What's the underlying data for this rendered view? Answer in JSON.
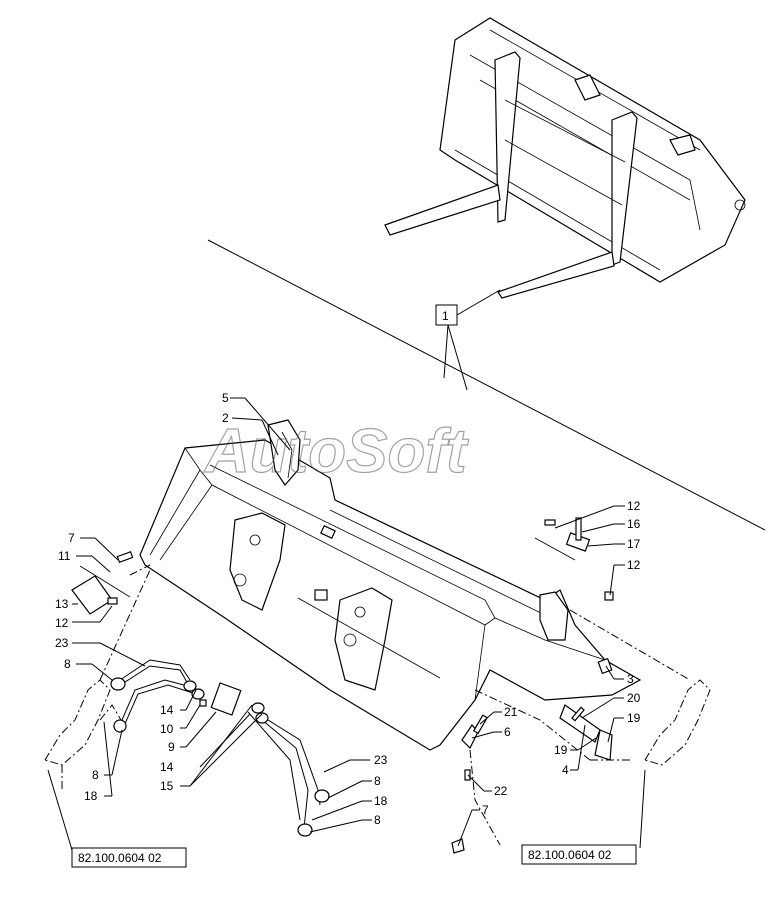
{
  "watermark": "AutoSoft",
  "callouts": [
    {
      "id": "c1",
      "label": "1"
    },
    {
      "id": "c5",
      "label": "5"
    },
    {
      "id": "c2",
      "label": "2"
    },
    {
      "id": "c7a",
      "label": "7"
    },
    {
      "id": "c11",
      "label": "11"
    },
    {
      "id": "c13",
      "label": "13"
    },
    {
      "id": "c12a",
      "label": "12"
    },
    {
      "id": "c23a",
      "label": "23"
    },
    {
      "id": "c8a",
      "label": "8"
    },
    {
      "id": "c14a",
      "label": "14"
    },
    {
      "id": "c10",
      "label": "10"
    },
    {
      "id": "c9",
      "label": "9"
    },
    {
      "id": "c14b",
      "label": "14"
    },
    {
      "id": "c15",
      "label": "15"
    },
    {
      "id": "c8b",
      "label": "8"
    },
    {
      "id": "c18a",
      "label": "18"
    },
    {
      "id": "c23b",
      "label": "23"
    },
    {
      "id": "c8c",
      "label": "8"
    },
    {
      "id": "c18b",
      "label": "18"
    },
    {
      "id": "c8d",
      "label": "8"
    },
    {
      "id": "c12b",
      "label": "12"
    },
    {
      "id": "c16",
      "label": "16"
    },
    {
      "id": "c17",
      "label": "17"
    },
    {
      "id": "c12c",
      "label": "12"
    },
    {
      "id": "c3",
      "label": "3"
    },
    {
      "id": "c20",
      "label": "20"
    },
    {
      "id": "c19a",
      "label": "19"
    },
    {
      "id": "c19b",
      "label": "19"
    },
    {
      "id": "c4",
      "label": "4"
    },
    {
      "id": "c21",
      "label": "21"
    },
    {
      "id": "c6",
      "label": "6"
    },
    {
      "id": "c22",
      "label": "22"
    },
    {
      "id": "c7b",
      "label": "7"
    }
  ],
  "references": [
    {
      "id": "ref-left",
      "label": "82.100.0604 02"
    },
    {
      "id": "ref-right",
      "label": "82.100.0604 02"
    }
  ]
}
